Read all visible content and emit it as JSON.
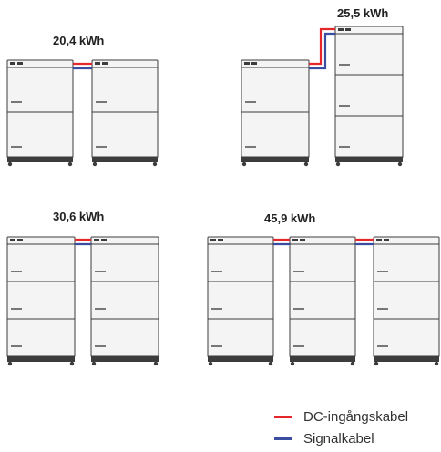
{
  "colors": {
    "dc": "#e5262b",
    "signal": "#3a4da1",
    "outline": "#3c3c3c",
    "fill": "#f4f4f4"
  },
  "configs": [
    {
      "label": "20,4 kWh",
      "units": 2,
      "modules_per_unit": 2
    },
    {
      "label": "25,5 kWh",
      "units": 2,
      "modules_per_unit": [
        2,
        3
      ]
    },
    {
      "label": "30,6 kWh",
      "units": 2,
      "modules_per_unit": 3
    },
    {
      "label": "45,9 kWh",
      "units": 3,
      "modules_per_unit": 3
    }
  ],
  "legend": {
    "dc_label": "DC-ingångskabel",
    "signal_label": "Signalkabel"
  }
}
